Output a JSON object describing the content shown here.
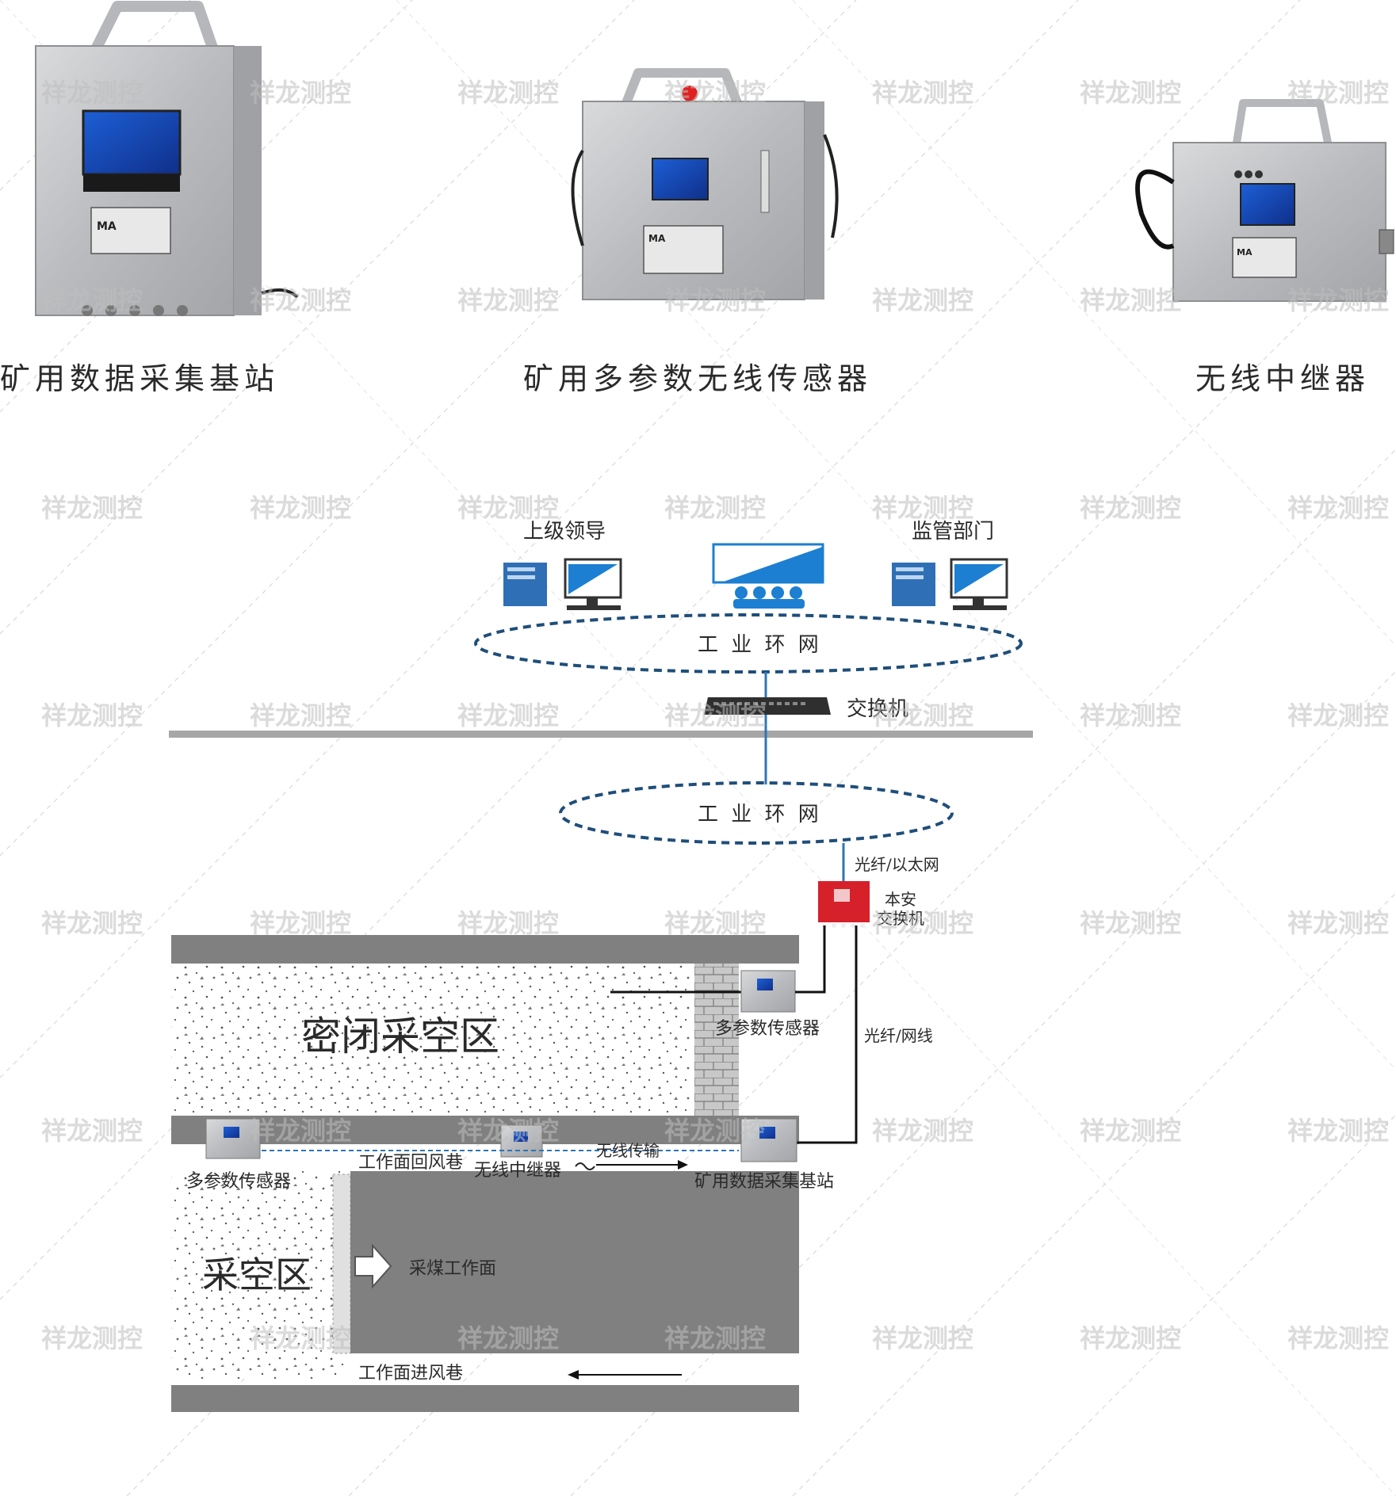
{
  "products": [
    {
      "caption": "矿用数据采集基站"
    },
    {
      "caption": "矿用多参数无线传感器"
    },
    {
      "caption": "无线中继器"
    }
  ],
  "diagram": {
    "top_left_label": "上级领导",
    "top_right_label": "监管部门",
    "ring_top_label": "工 业 环 网",
    "switch_label": "交换机",
    "ring_bottom_label": "工 业 环 网",
    "fiber_ethernet_label": "光纤/以太网",
    "intrinsic_switch_label_1": "本安",
    "intrinsic_switch_label_2": "交换机",
    "fiber_cable_label": "光纤/网线",
    "sealed_goaf_label": "密闭采空区",
    "sensor_upper_label": "多参数传感器",
    "sensor_left_label": "多参数传感器",
    "return_airway_label": "工作面回风巷",
    "repeater_label": "无线中继器",
    "wireless_label": "无线传输",
    "base_station_label": "矿用数据采集基站",
    "goaf_label": "采空区",
    "working_face_label": "采煤工作面",
    "intake_airway_label": "工作面进风巷"
  },
  "watermark": "祥龙测控",
  "colors": {
    "ring_dash": "#1f4e79",
    "link_blue": "#2e75b6",
    "rock_gray": "#808080",
    "switch_red": "#d6202a",
    "monitor_blue": "#1c7fd1"
  }
}
